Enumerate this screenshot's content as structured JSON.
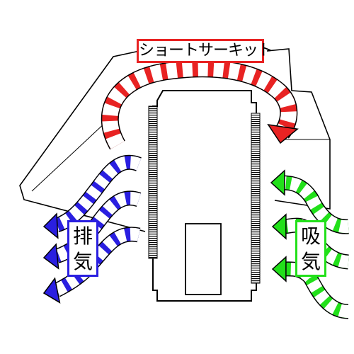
{
  "labels": {
    "short_circuit": "ショートサーキット",
    "exhaust": [
      "排",
      "気"
    ],
    "intake": [
      "吸",
      "気"
    ]
  },
  "colors": {
    "short_circuit": "#e82323",
    "exhaust": "#2a1fe0",
    "intake": "#22e01a",
    "outline": "#000000",
    "stripe": "#ffffff"
  },
  "arrows": {
    "short_circuit": "red striped arrow looping over the top of the board",
    "exhaust": "three blue striped arrows leaving to the left",
    "intake": "three green striped arrows entering from the right"
  },
  "icons": [
    "card-module",
    "case-outline",
    "striped-arrow"
  ]
}
